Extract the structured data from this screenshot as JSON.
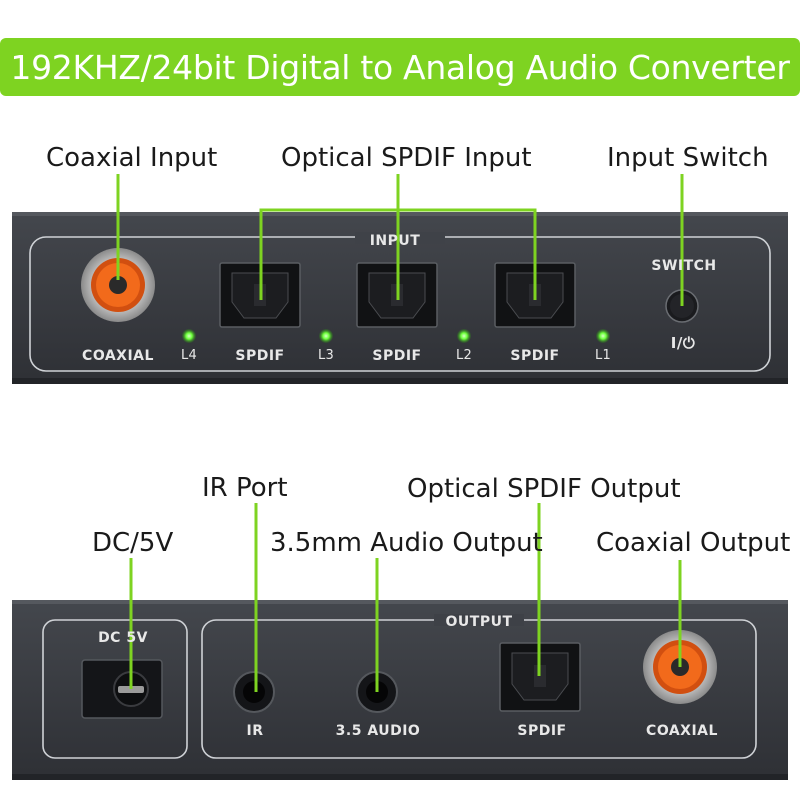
{
  "title": "192KHZ/24bit Digital to Analog Audio Converter",
  "colors": {
    "accent_green": "#7ed321",
    "panel": "#3a3d43",
    "coaxial_orange": "#f26a1b",
    "led_green": "#6cff3a"
  },
  "front_panel": {
    "callouts": {
      "coaxial_input": "Coaxial Input",
      "optical_input": "Optical SPDIF Input",
      "input_switch": "Input Switch"
    },
    "labels": {
      "input": "INPUT",
      "switch": "SWITCH",
      "power": "I/⏻",
      "coaxial": "COAXIAL",
      "l4": "L4",
      "spdif_1": "SPDIF",
      "l3": "L3",
      "spdif_2": "SPDIF",
      "l2": "L2",
      "spdif_3": "SPDIF",
      "l1": "L1"
    }
  },
  "back_panel": {
    "callouts": {
      "ir_port": "IR Port",
      "optical_output": "Optical SPDIF Output",
      "dc": "DC/5V",
      "audio_35": "3.5mm Audio Output",
      "coaxial_output": "Coaxial Output"
    },
    "labels": {
      "dc": "DC 5V",
      "output": "OUTPUT",
      "ir": "IR",
      "audio_35": "3.5 AUDIO",
      "spdif": "SPDIF",
      "coaxial": "COAXIAL"
    }
  }
}
